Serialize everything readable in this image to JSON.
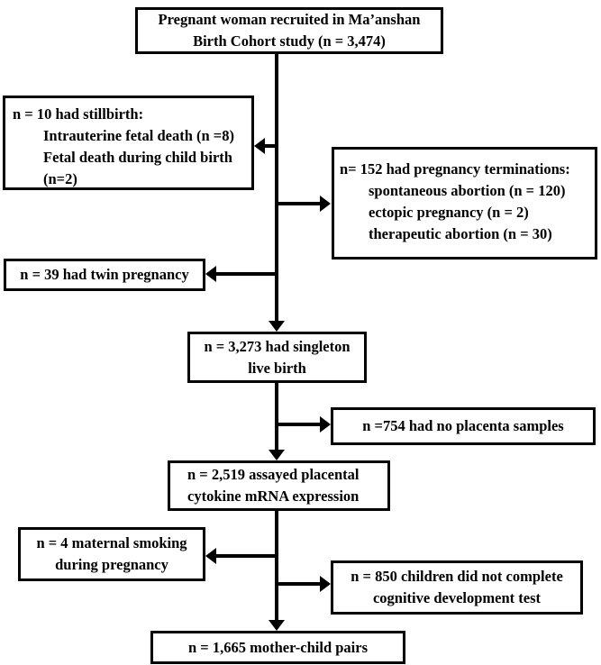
{
  "figure_type": "study-flow-diagram",
  "colors": {
    "box_border": "#000000",
    "text": "#000000",
    "arrow": "#000000",
    "background": "#ffffff"
  },
  "boxes": {
    "recruited": {
      "lines": [
        "Pregnant woman recruited in Ma’anshan",
        "Birth Cohort study (n = 3,474)"
      ]
    },
    "stillbirth": {
      "title": "n = 10 had stillbirth:",
      "items": [
        "Intrauterine fetal death (n =8)",
        "Fetal death during child birth",
        "(n=2)"
      ]
    },
    "terminations": {
      "title": "n= 152 had pregnancy terminations:",
      "items": [
        "spontaneous abortion (n = 120)",
        "ectopic pregnancy (n = 2)",
        "therapeutic abortion (n = 30)"
      ]
    },
    "twin": {
      "lines": [
        "n = 39 had twin pregnancy"
      ]
    },
    "singleton": {
      "lines": [
        "n = 3,273 had singleton",
        "live birth"
      ]
    },
    "no_placenta": {
      "lines": [
        "n =754 had no placenta samples"
      ]
    },
    "cytokine": {
      "lines": [
        "n = 2,519 assayed placental",
        "cytokine mRNA expression"
      ]
    },
    "smoking": {
      "lines": [
        "n = 4 maternal smoking",
        "during pregnancy"
      ]
    },
    "cognitive": {
      "lines": [
        "n = 850 children did not complete",
        "cognitive development test"
      ]
    },
    "final": {
      "lines": [
        "n = 1,665 mother-child pairs"
      ]
    }
  }
}
